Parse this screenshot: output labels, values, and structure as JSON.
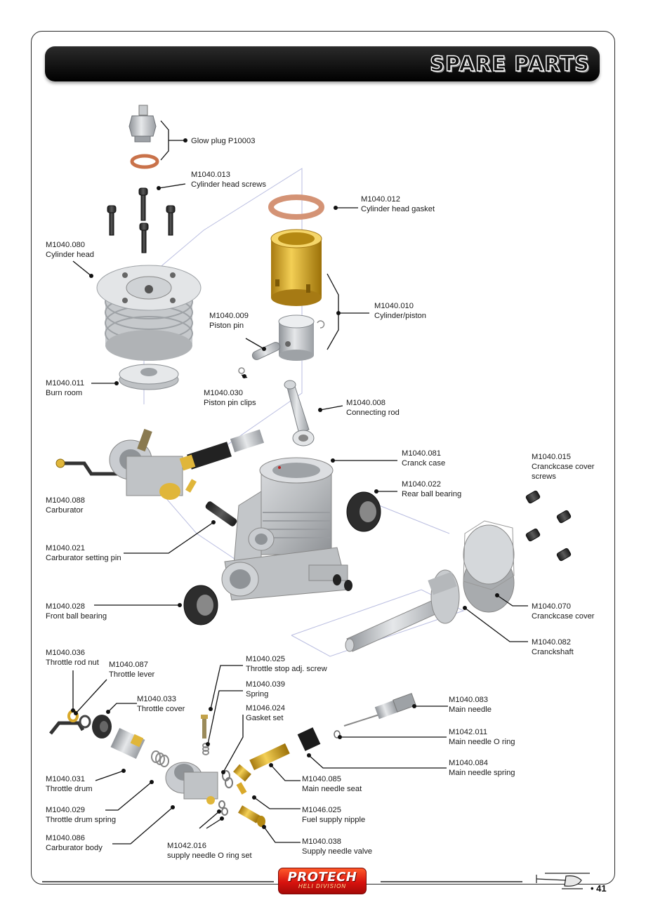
{
  "header": {
    "title": "SPARE PARTS"
  },
  "labels": {
    "glow_plug": [
      "Glow plug P10003"
    ],
    "cyl_head_screws": [
      "M1040.013",
      "Cylinder head screws"
    ],
    "cyl_head_gasket": [
      "M1040.012",
      "Cylinder head gasket"
    ],
    "cyl_head": [
      "M1040.080",
      "Cylinder head"
    ],
    "piston_pin": [
      "M1040.009",
      "Piston pin"
    ],
    "cyl_piston": [
      "M1040.010",
      "Cylinder/piston"
    ],
    "burn_room": [
      "M1040.011",
      "Burn room"
    ],
    "piston_pin_clips": [
      "M1040.030",
      "Piston pin clips"
    ],
    "connecting_rod": [
      "M1040.008",
      "Connecting rod"
    ],
    "cranck_case": [
      "M1040.081",
      "Cranck case"
    ],
    "case_cover_screws": [
      "M1040.015",
      "Cranckcase cover",
      "screws"
    ],
    "rear_bearing": [
      "M1040.022",
      "Rear ball bearing"
    ],
    "carburator": [
      "M1040.088",
      "Carburator"
    ],
    "carb_pin": [
      "M1040.021",
      "Carburator setting pin"
    ],
    "front_bearing": [
      "M1040.028",
      "Front ball bearing"
    ],
    "case_cover": [
      "M1040.070",
      "Cranckcase cover"
    ],
    "crankshaft": [
      "M1040.082",
      "Cranckshaft"
    ],
    "rod_nut": [
      "M1040.036",
      "Throttle rod nut"
    ],
    "lever": [
      "M1040.087",
      "Throttle lever"
    ],
    "stop_screw": [
      "M1040.025",
      "Throttle stop adj. screw"
    ],
    "spring": [
      "M1040.039",
      "Spring"
    ],
    "throttle_cover": [
      "M1040.033",
      "Throttle cover"
    ],
    "gasket_set": [
      "M1046.024",
      "Gasket set"
    ],
    "main_needle": [
      "M1040.083",
      "Main needle"
    ],
    "main_needle_oring": [
      "M1042.011",
      "Main needle O ring"
    ],
    "main_needle_spring": [
      "M1040.084",
      "Main needle spring"
    ],
    "throttle_drum": [
      "M1040.031",
      "Throttle drum"
    ],
    "needle_seat": [
      "M1040.085",
      "Main needle seat"
    ],
    "drum_spring": [
      "M1040.029",
      "Throttle drum spring"
    ],
    "fuel_nipple": [
      "M1046.025",
      "Fuel supply nipple"
    ],
    "carb_body": [
      "M1040.086",
      "Carburator body"
    ],
    "supply_oring": [
      "M1042.016",
      "supply needle O ring set"
    ],
    "supply_valve": [
      "M1040.038",
      "Supply needle valve"
    ]
  },
  "footer": {
    "logo_main": "PROTECH",
    "logo_sub": "HELI DIVISION",
    "page_number": "• 41"
  }
}
